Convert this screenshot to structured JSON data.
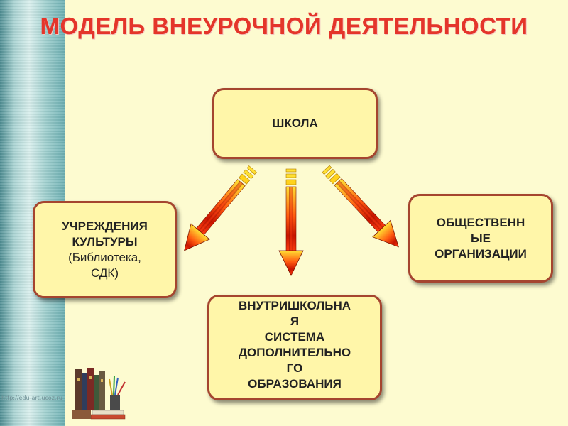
{
  "title": "МОДЕЛЬ  ВНЕУРОЧНОЙ ДЕЯТЕЛЬНОСТИ",
  "nodes": {
    "school": {
      "label": "ШКОЛА"
    },
    "culture": {
      "line1": "УЧРЕЖДЕНИЯ",
      "line2": "КУЛЬТУРЫ",
      "line3": "(Библиотека,",
      "line4": "СДК)"
    },
    "public": {
      "line1": "ОБЩЕСТВЕНН",
      "line2": "ЫЕ",
      "line3": "ОРГАНИЗАЦИИ"
    },
    "internal": {
      "line1": "ВНУТРИШКОЛЬНА",
      "line2": "Я",
      "line3": "СИСТЕМА",
      "line4": "ДОПОЛНИТЕЛЬНО",
      "line5": "ГО",
      "line6": "ОБРАЗОВАНИЯ"
    }
  },
  "watermark": "http://edu-art.ucoz.ru",
  "colors": {
    "title": "#e4352a",
    "node_fill": "#fff6a9",
    "node_border": "#a5452f",
    "arrow_start": "#ffe033",
    "arrow_mid": "#e82a00",
    "arrow_dark": "#8a0c00",
    "background": "#fdfbd0"
  },
  "icons": [
    "books-icon",
    "arrow-down-icon",
    "arrow-down-left-icon",
    "arrow-down-right-icon"
  ]
}
